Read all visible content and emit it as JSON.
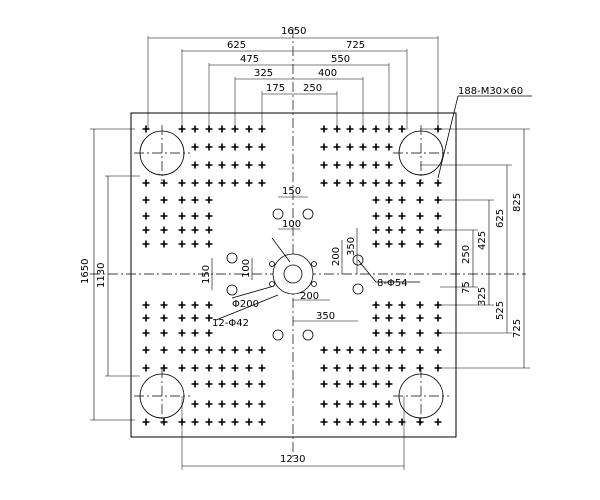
{
  "drawing": {
    "dimensions": {
      "top_1650": "1650",
      "top_625": "625",
      "top_725": "725",
      "top_475": "475",
      "top_550": "550",
      "top_325": "325",
      "top_400": "400",
      "top_175": "175",
      "top_250": "250",
      "left_1650": "1650",
      "left_1130": "1130",
      "right_825": "825",
      "right_625": "625",
      "right_425": "425",
      "right_250": "250",
      "right_75": "75",
      "right_325": "325",
      "right_525": "525",
      "right_725": "725",
      "bottom_1230": "1230",
      "center_150_h": "150",
      "center_100_h": "100",
      "center_150_v": "150",
      "center_100_v": "100",
      "center_200_v": "200",
      "center_350_v": "350",
      "center_200_h": "200",
      "center_350_h": "350"
    },
    "callouts": {
      "threads": "188-M30×60",
      "holes_54": "8-Φ54",
      "holes_42": "12-Φ42",
      "ring_200": "Φ200"
    }
  }
}
